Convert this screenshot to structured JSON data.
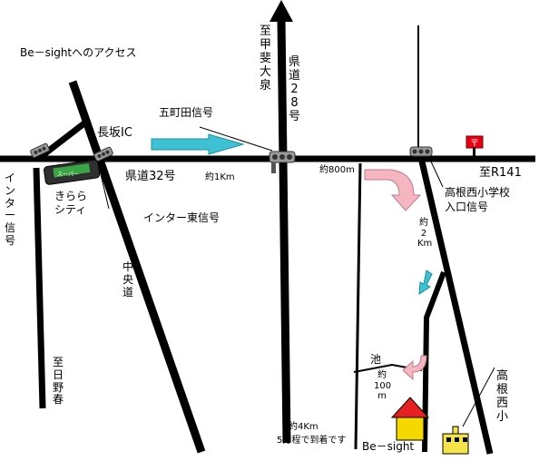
{
  "title": "Be－sightへのアクセス",
  "labels": {
    "nagasaka_ic": "長坂IC",
    "gochoda_signal": "五町田信号",
    "route32": "県道32号",
    "approx_1km": "約1Km",
    "approx_800m": "約800m",
    "r141": "至R141",
    "takane_school_signal_1": "高根西小学校",
    "takane_school_signal_2": "入口信号",
    "approx_2km": "約2Km",
    "inter_signal": "インター信号",
    "kirara_1": "きらら",
    "kirara_2": "シティ",
    "inter_east_signal": "インター東信号",
    "chuo_do": "中央道",
    "to_hinoharu": "至日野春",
    "to_kaiohizumi": "至甲斐大泉",
    "route28": "県道28号",
    "pond": "池",
    "approx_100m": "約100m",
    "approx_4km_1": "約4Km",
    "approx_4km_2": "5分程で到着です",
    "besight": "Be－sight",
    "takane_nishi_sho": "高根西小"
  },
  "icons": {
    "supermarket_sign": "スーパー",
    "post_office": "〒"
  },
  "colors": {
    "road": "#000000",
    "arrow_cyan": "#3ec1d3",
    "arrow_pink": "#f5b6c2",
    "house_roof": "#e62020",
    "house_wall": "#f5d800",
    "school": "#f5e34a",
    "post_red": "#e60012"
  }
}
